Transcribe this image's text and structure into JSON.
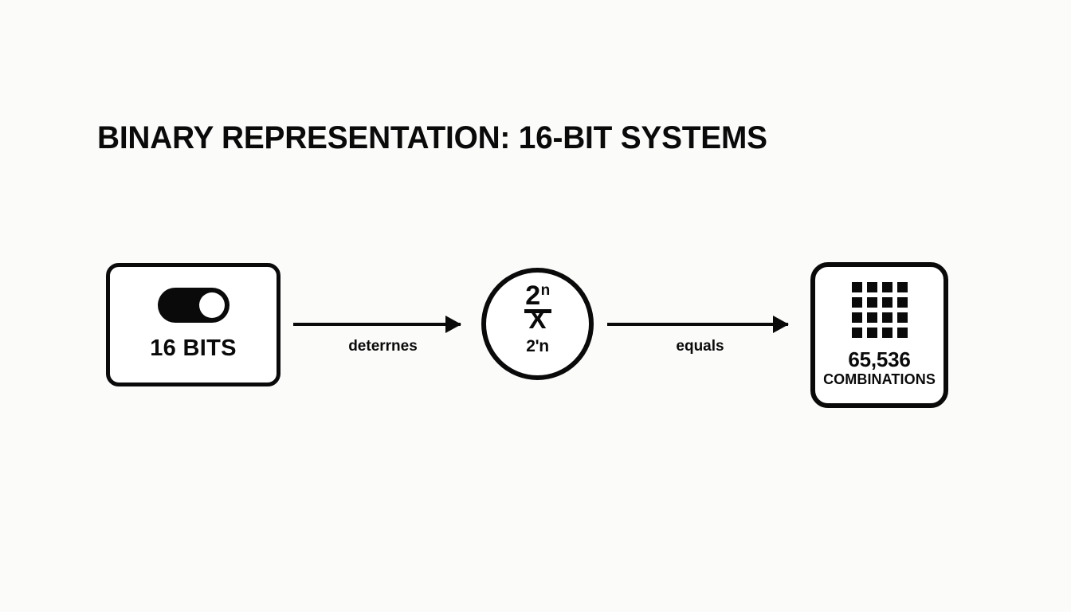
{
  "page": {
    "title": "BINARY REPRESENTATION: 16-BIT SYSTEMS",
    "background_color": "#fbfbfa",
    "ink_color": "#0a0a0a"
  },
  "diagram": {
    "type": "flow",
    "nodes": [
      {
        "id": "bits",
        "shape": "rounded-rectangle",
        "icon": "toggle-switch-icon",
        "icon_state": "on",
        "label": "16 BITS"
      },
      {
        "id": "formula",
        "shape": "circle",
        "primary_base": "2",
        "primary_exponent": "n",
        "glyph": "X",
        "secondary": "2'n"
      },
      {
        "id": "result",
        "shape": "rounded-rectangle",
        "icon": "grid-4x4-icon",
        "grid_cells": 16,
        "value": "65,536",
        "caption": "COMBINATIONS"
      }
    ],
    "connectors": [
      {
        "id": "c1",
        "from": "bits",
        "to": "formula",
        "label": "deterrnes",
        "arrow": "right"
      },
      {
        "id": "c2",
        "from": "formula",
        "to": "result",
        "label": "equals",
        "arrow": "right"
      }
    ]
  }
}
